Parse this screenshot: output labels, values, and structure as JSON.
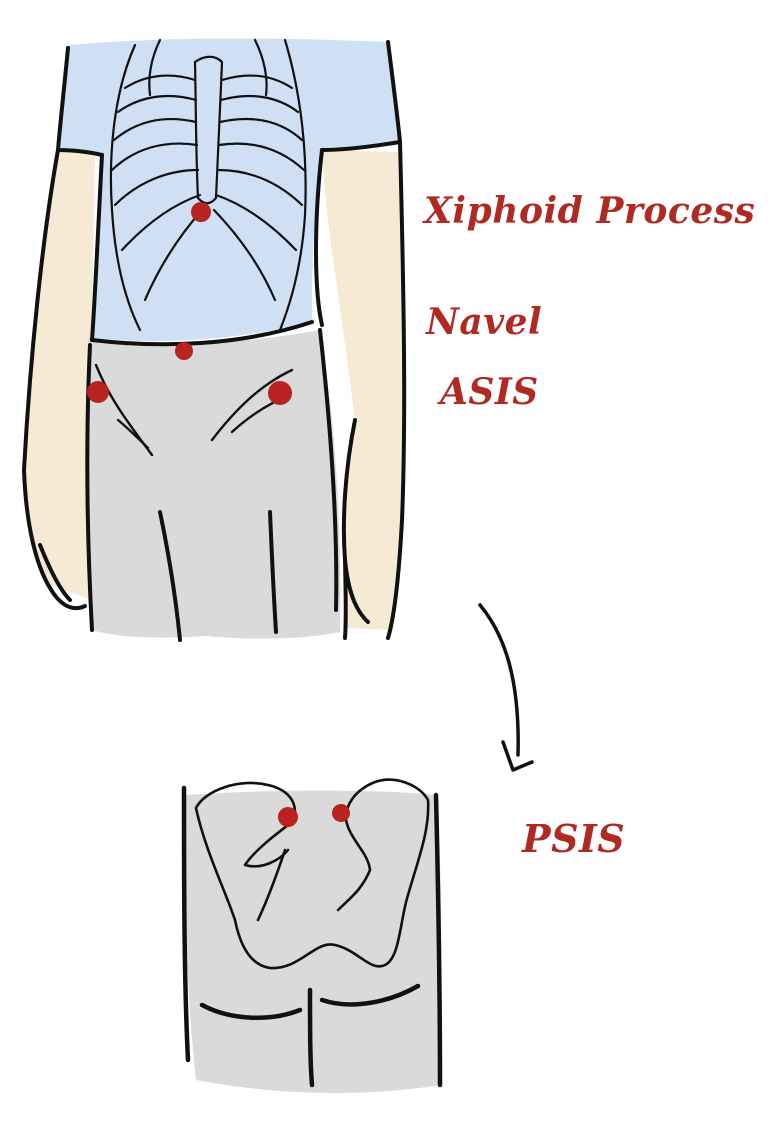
{
  "labels": {
    "xiphoid": "Xiphoid Process",
    "navel": "Navel",
    "asis": "ASIS",
    "psis": "PSIS"
  },
  "colors": {
    "label": "#b02a24",
    "marker": "#b8231f",
    "shirt": "#cfe0f5",
    "skin": "#f7ead5",
    "pants": "#d9d9d9",
    "ink": "#111111"
  },
  "icons": {
    "arrow": "curved-arrow-down-icon",
    "marker": "landmark-dot-icon"
  }
}
